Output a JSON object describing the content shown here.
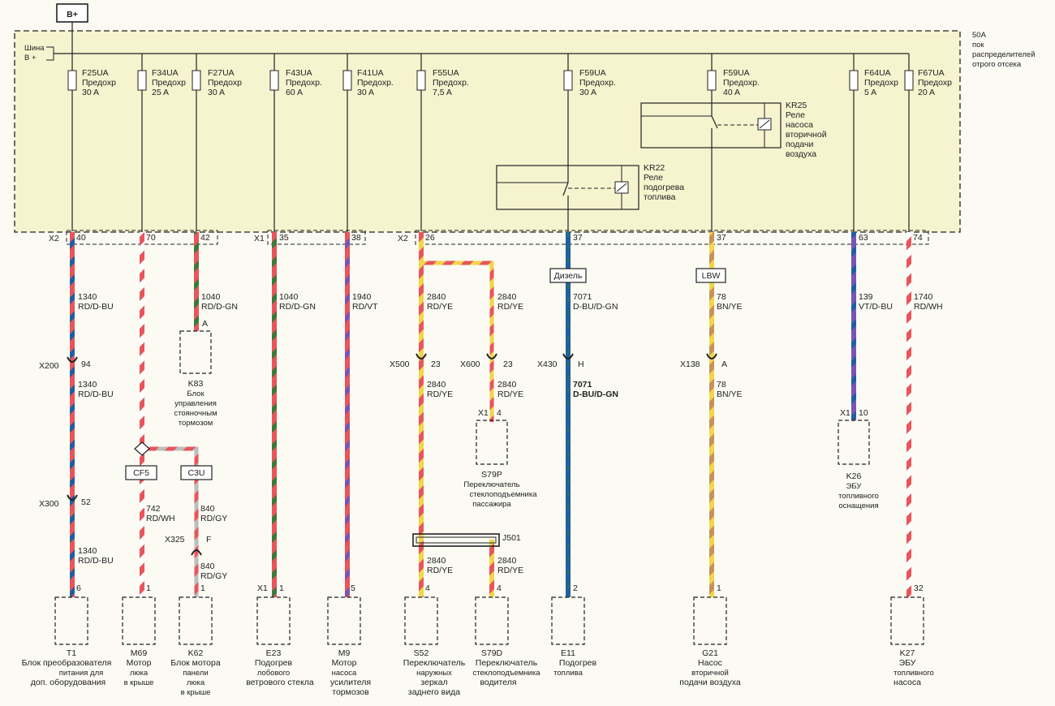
{
  "colors": {
    "fuse_box_fill": "#f6f3cf",
    "wire_RD": "#e8555a",
    "wire_D-BU": "#1f5fa0",
    "wire_D-GN": "#3a7a3a",
    "wire_YE": "#f1d54a",
    "wire_VT": "#7a55b0",
    "wire_BN": "#9a6a3a",
    "wire_WH": "#ffffff",
    "wire_GY": "#9a9a9a",
    "wire_BK": "#222222"
  },
  "battery": "B+",
  "busbar": [
    "Шина",
    "B +"
  ],
  "fuse_box": [
    "50A",
    "пок",
    "распределителей",
    "отрого отсека"
  ],
  "fuses": [
    {
      "id": "F25UA",
      "type": "Предохр",
      "rating": "30 A"
    },
    {
      "id": "F34UA",
      "type": "Предохр",
      "rating": "25 A"
    },
    {
      "id": "F27UA",
      "type": "Предохр",
      "rating": "30 A"
    },
    {
      "id": "F43UA",
      "type": "Предохр.",
      "rating": "60 A"
    },
    {
      "id": "F41UA",
      "type": "Предохр.",
      "rating": "30 A"
    },
    {
      "id": "F55UA",
      "type": "Предохр.",
      "rating": "7,5 A"
    },
    {
      "id": "F59UA",
      "type": "Предохр.",
      "rating": "30 A"
    },
    {
      "id": "F59UA",
      "type": "Предохр.",
      "rating": "40 A"
    },
    {
      "id": "F64UA",
      "type": "Предохр",
      "rating": "5 A"
    },
    {
      "id": "F67UA",
      "type": "Предохр",
      "rating": "20 A"
    }
  ],
  "relays": {
    "kr25": [
      "KR25",
      "Реле",
      "насоса",
      "вторичной",
      "подачи",
      "воздуха"
    ],
    "kr22": [
      "KR22",
      "Реле",
      "подогрева",
      "топлива"
    ]
  },
  "connectors_top": {
    "x2_left": "X2",
    "x1": "X1",
    "x2_mid": "X2",
    "pins": [
      "40",
      "70",
      "42",
      "35",
      "38",
      "26",
      "37",
      "37",
      "63",
      "74"
    ]
  },
  "wires": {
    "w1a": [
      "1340",
      "RD/D-BU"
    ],
    "w1b": [
      "1340",
      "RD/D-BU"
    ],
    "w1c": [
      "1340",
      "RD/D-BU"
    ],
    "w3": [
      "1040",
      "RD/D-GN"
    ],
    "w4": [
      "1040",
      "RD/D-GN"
    ],
    "w5": [
      "1940",
      "RD/VT"
    ],
    "w6a": [
      "2840",
      "RD/YE"
    ],
    "w6b": [
      "2840",
      "RD/YE"
    ],
    "w6c": [
      "2840",
      "RD/YE"
    ],
    "w6d": [
      "2840",
      "RD/YE"
    ],
    "w6e": [
      "2840",
      "RD/YE"
    ],
    "w6f": [
      "2840",
      "RD/YE"
    ],
    "w7a": [
      "7071",
      "D-BU/D-GN"
    ],
    "w7b": [
      "7071",
      "D-BU/D-GN"
    ],
    "w8a": [
      "78",
      "BN/YE"
    ],
    "w8b": [
      "78",
      "BN/YE"
    ],
    "w9": [
      "139",
      "VT/D-BU"
    ],
    "w10": [
      "1740",
      "RD/WH"
    ],
    "w2a": [
      "742",
      "RD/WH"
    ],
    "w2b": [
      "840",
      "RD/GY"
    ],
    "w2c": [
      "840",
      "RD/GY"
    ]
  },
  "inline_connectors": {
    "x200": {
      "name": "X200",
      "pin": "94"
    },
    "x300": {
      "name": "X300",
      "pin": "52"
    },
    "x500": {
      "name": "X500",
      "pin": "23"
    },
    "x600": {
      "name": "X600",
      "pin": "23"
    },
    "x430": {
      "name": "X430",
      "pin": "H"
    },
    "x138": {
      "name": "X138",
      "pin": "A"
    },
    "x325": {
      "name": "X325",
      "pin": "F"
    },
    "j501": "J501",
    "k83_pin": "A",
    "s79p_conn": "X1",
    "s79p_pin": "4",
    "k26_conn": "X1",
    "k26_pin": "10",
    "e23_conn": "X1"
  },
  "option_boxes": {
    "diesel": "Дизель",
    "lbw": "LBW",
    "cf5": "CF5",
    "c3u": "C3U"
  },
  "bottom_pins": [
    "6",
    "1",
    "1",
    "1",
    "5",
    "4",
    "4",
    "2",
    "1",
    "32"
  ],
  "components": {
    "t1": [
      "T1",
      "Блок преобразователя",
      "питания для",
      "доп. оборудования"
    ],
    "m69": [
      "M69",
      "Мотор",
      "люка",
      "в крыше"
    ],
    "k62": [
      "K62",
      "Блок мотора",
      "панели",
      "люка",
      "в крыше"
    ],
    "e23": [
      "E23",
      "Подогрев",
      "лобового",
      "ветрового стекла"
    ],
    "m9": [
      "M9",
      "Мотор",
      "насоса",
      "усилителя",
      "тормозов"
    ],
    "s52": [
      "S52",
      "Переключатель",
      "наружных",
      "зеркал",
      "заднего вида"
    ],
    "s79d": [
      "S79D",
      "Переключатель",
      "стеклоподъемника",
      "водителя"
    ],
    "e11": [
      "E11",
      "Подогрев",
      "топлива"
    ],
    "g21": [
      "G21",
      "Насос",
      "вторичной",
      "подачи воздуха"
    ],
    "k27": [
      "K27",
      "ЭБУ",
      "топливного",
      "насоса"
    ],
    "k83": [
      "K83",
      "Блок",
      "управления",
      "стояночным",
      "тормозом"
    ],
    "s79p": [
      "S79P",
      "Переключатель",
      "стеклоподъемника",
      "пассажира"
    ],
    "k26": [
      "K26",
      "ЭБУ",
      "топливного",
      "оснащения"
    ]
  }
}
